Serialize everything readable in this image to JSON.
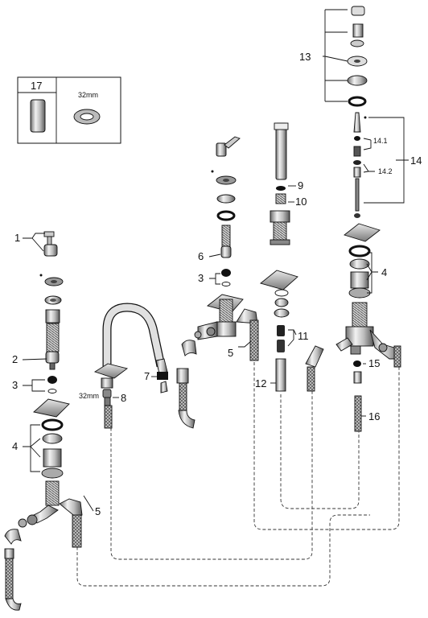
{
  "callouts": {
    "c1": "1",
    "c2": "2",
    "c3a": "3",
    "c3b": "3",
    "c4a": "4",
    "c4b": "4",
    "c5a": "5",
    "c5b": "5",
    "c6": "6",
    "c7": "7",
    "c8": "8",
    "c9": "9",
    "c10": "10",
    "c11": "11",
    "c12": "12",
    "c13": "13",
    "c14": "14",
    "c14_1": "14.1",
    "c14_2": "14.2",
    "c15": "15",
    "c16": "16",
    "c17": "17"
  },
  "dims": {
    "ring_32mm": "32mm",
    "spout_32mm": "32mm"
  },
  "colors": {
    "ink": "#111111",
    "metal_light": "#d9d9d9",
    "metal_mid": "#9a9a9a",
    "metal_dark": "#555555"
  }
}
